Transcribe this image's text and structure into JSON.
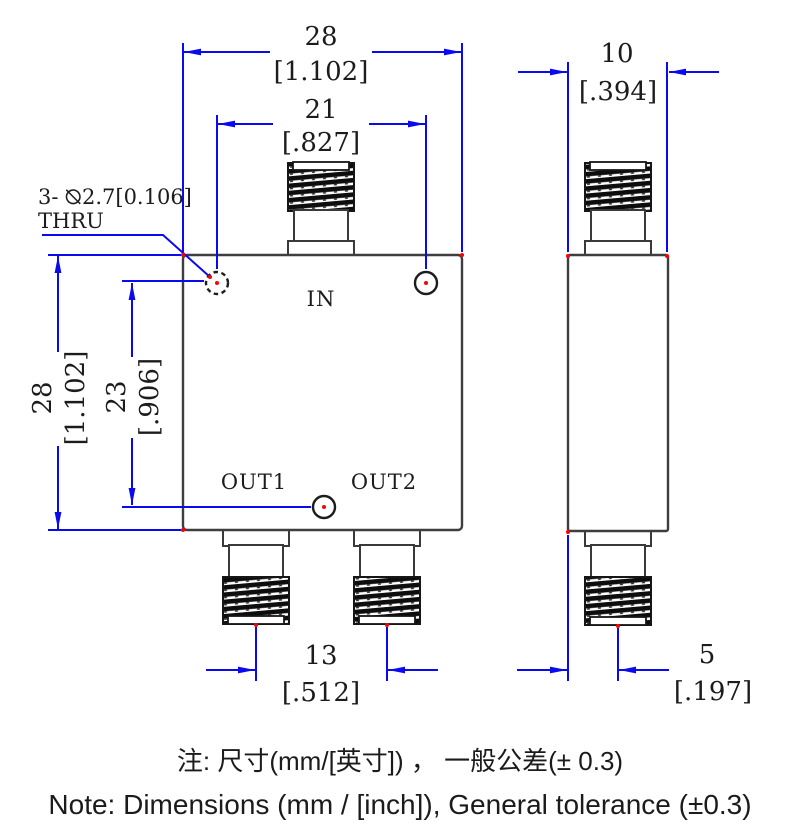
{
  "colors": {
    "dimension_blue": "#0a0aee",
    "outline_gray": "#3e3e3e",
    "text_black": "#1c1c1c",
    "marker_red": "#ff0000"
  },
  "front_view": {
    "label_in": "IN",
    "label_out1": "OUT1",
    "label_out2": "OUT2",
    "dim_width_mm": "28",
    "dim_width_inch": "[1.102]",
    "dim_port_span_mm": "21",
    "dim_port_span_inch": "[.827]",
    "dim_height_mm": "28",
    "dim_height_inch": "[1.102]",
    "dim_hole_offset_mm": "23",
    "dim_hole_offset_inch": "[.906]",
    "dim_out_span_mm": "13",
    "dim_out_span_inch": "[.512]",
    "hole_callout_line1": "3- ⦰2.7[0.106]",
    "hole_callout_line2": "THRU"
  },
  "side_view": {
    "dim_depth_mm": "10",
    "dim_depth_inch": "[.394]",
    "dim_center_offset_mm": "5",
    "dim_center_offset_inch": "[.197]"
  },
  "notes": {
    "chinese": "注: 尺寸(mm/[英寸]) ， 一般公差(± 0.3)",
    "english": "Note: Dimensions (mm / [inch]), General tolerance (±0.3)"
  }
}
